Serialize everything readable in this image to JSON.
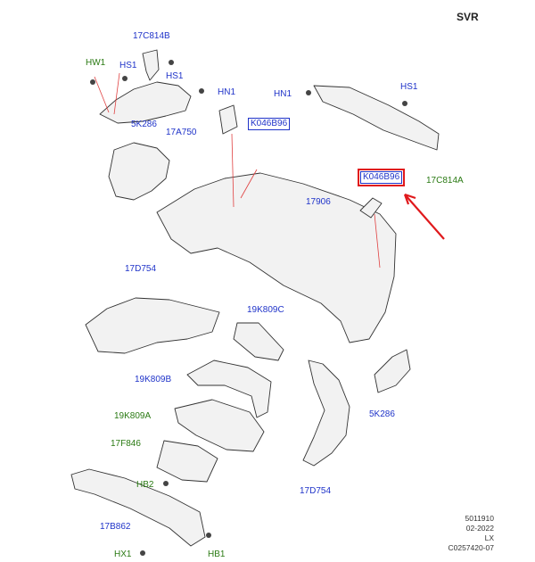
{
  "header": {
    "trim": "SVR"
  },
  "labels": {
    "p17C814B": "17C814B",
    "hw1": "HW1",
    "hs1_a": "HS1",
    "hs1_b": "HS1",
    "hs1_c": "HS1",
    "hn1_a": "HN1",
    "hn1_b": "HN1",
    "p5K286_a": "5K286",
    "p17A750": "17A750",
    "k046b96_a": "K046B96",
    "k046b96_b": "K046B96",
    "p17C814A": "17C814A",
    "p17906": "17906",
    "p17D754_a": "17D754",
    "p19K809C": "19K809C",
    "p19K809B": "19K809B",
    "p19K809A": "19K809A",
    "p17F846": "17F846",
    "hb2": "HB2",
    "p5K286_b": "5K286",
    "p17D754_b": "17D754",
    "p17B862": "17B862",
    "hx1": "HX1",
    "hb1": "HB1"
  },
  "footer": {
    "doc_number": "5011910",
    "date": "02-2022",
    "model": "LX",
    "code": "C0257420-07"
  },
  "colors": {
    "part_label": "#1f33c9",
    "fastener_label": "#2a7a13",
    "highlight": "#e0191c"
  }
}
